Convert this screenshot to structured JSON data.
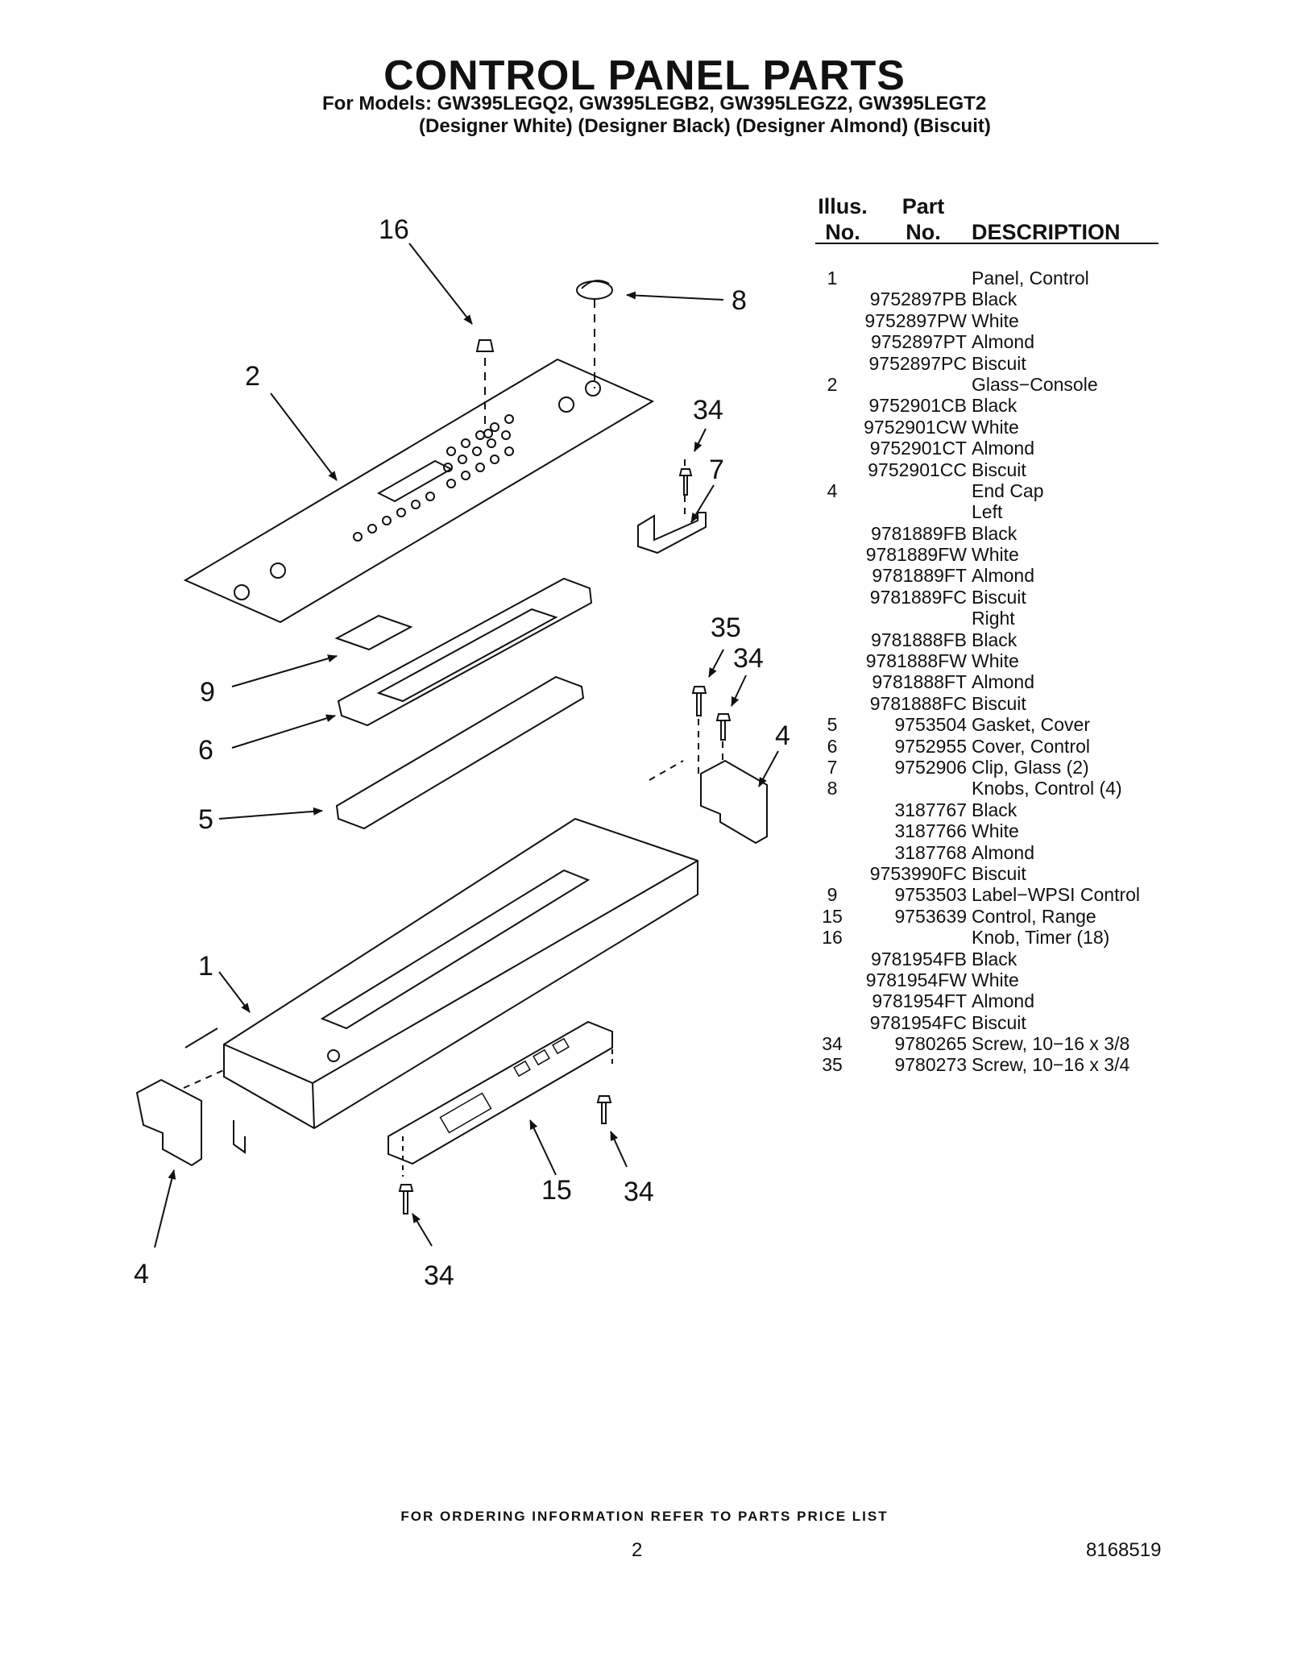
{
  "header": {
    "title": "CONTROL PANEL PARTS",
    "models_line": "For Models: GW395LEGQ2, GW395LEGB2, GW395LEGZ2, GW395LEGT2",
    "colors_line": "(Designer White) (Designer Black) (Designer Almond) (Biscuit)"
  },
  "table": {
    "col_illus_top": "Illus.",
    "col_illus_bottom": "No.",
    "col_part_top": "Part",
    "col_part_bottom": "No.",
    "col_desc": "DESCRIPTION",
    "rows": [
      {
        "illus": "1",
        "part": "",
        "desc": "Panel, Control"
      },
      {
        "illus": "",
        "part": "9752897PB",
        "desc": "Black"
      },
      {
        "illus": "",
        "part": "9752897PW",
        "desc": "White"
      },
      {
        "illus": "",
        "part": "9752897PT",
        "desc": "Almond"
      },
      {
        "illus": "",
        "part": "9752897PC",
        "desc": "Biscuit"
      },
      {
        "illus": "2",
        "part": "",
        "desc": "Glass−Console"
      },
      {
        "illus": "",
        "part": "9752901CB",
        "desc": "Black"
      },
      {
        "illus": "",
        "part": "9752901CW",
        "desc": "White"
      },
      {
        "illus": "",
        "part": "9752901CT",
        "desc": "Almond"
      },
      {
        "illus": "",
        "part": "9752901CC",
        "desc": "Biscuit"
      },
      {
        "illus": "4",
        "part": "",
        "desc": "End Cap"
      },
      {
        "illus": "",
        "part": "",
        "desc": "Left"
      },
      {
        "illus": "",
        "part": "9781889FB",
        "desc": "Black"
      },
      {
        "illus": "",
        "part": "9781889FW",
        "desc": "White"
      },
      {
        "illus": "",
        "part": "9781889FT",
        "desc": "Almond"
      },
      {
        "illus": "",
        "part": "9781889FC",
        "desc": "Biscuit"
      },
      {
        "illus": "",
        "part": "",
        "desc": "Right"
      },
      {
        "illus": "",
        "part": "9781888FB",
        "desc": "Black"
      },
      {
        "illus": "",
        "part": "9781888FW",
        "desc": "White"
      },
      {
        "illus": "",
        "part": "9781888FT",
        "desc": "Almond"
      },
      {
        "illus": "",
        "part": "9781888FC",
        "desc": "Biscuit"
      },
      {
        "illus": "5",
        "part": "9753504",
        "desc": "Gasket, Cover"
      },
      {
        "illus": "6",
        "part": "9752955",
        "desc": "Cover, Control"
      },
      {
        "illus": "7",
        "part": "9752906",
        "desc": "Clip, Glass (2)"
      },
      {
        "illus": "8",
        "part": "",
        "desc": "Knobs, Control (4)"
      },
      {
        "illus": "",
        "part": "3187767",
        "desc": "Black"
      },
      {
        "illus": "",
        "part": "3187766",
        "desc": "White"
      },
      {
        "illus": "",
        "part": "3187768",
        "desc": "Almond"
      },
      {
        "illus": "",
        "part": "9753990FC",
        "desc": "Biscuit"
      },
      {
        "illus": "9",
        "part": "9753503",
        "desc": "Label−WPSI Control"
      },
      {
        "illus": "15",
        "part": "9753639",
        "desc": "Control, Range"
      },
      {
        "illus": "16",
        "part": "",
        "desc": "Knob, Timer (18)"
      },
      {
        "illus": "",
        "part": "9781954FB",
        "desc": "Black"
      },
      {
        "illus": "",
        "part": "9781954FW",
        "desc": "White"
      },
      {
        "illus": "",
        "part": "9781954FT",
        "desc": "Almond"
      },
      {
        "illus": "",
        "part": "9781954FC",
        "desc": "Biscuit"
      },
      {
        "illus": "34",
        "part": "9780265",
        "desc": "Screw, 10−16 x 3/8"
      },
      {
        "illus": "35",
        "part": "9780273",
        "desc": "Screw, 10−16 x 3/4"
      }
    ]
  },
  "callouts": {
    "c16": "16",
    "c8": "8",
    "c2": "2",
    "c34a": "34",
    "c7": "7",
    "c35": "35",
    "c34b": "34",
    "c9": "9",
    "c6": "6",
    "c4a": "4",
    "c5": "5",
    "c1": "1",
    "c15": "15",
    "c34c": "34",
    "c4b": "4",
    "c34d": "34"
  },
  "footer": {
    "ordering": "FOR ORDERING INFORMATION REFER TO PARTS PRICE LIST",
    "page_number": "2",
    "doc_number": "8168519"
  }
}
